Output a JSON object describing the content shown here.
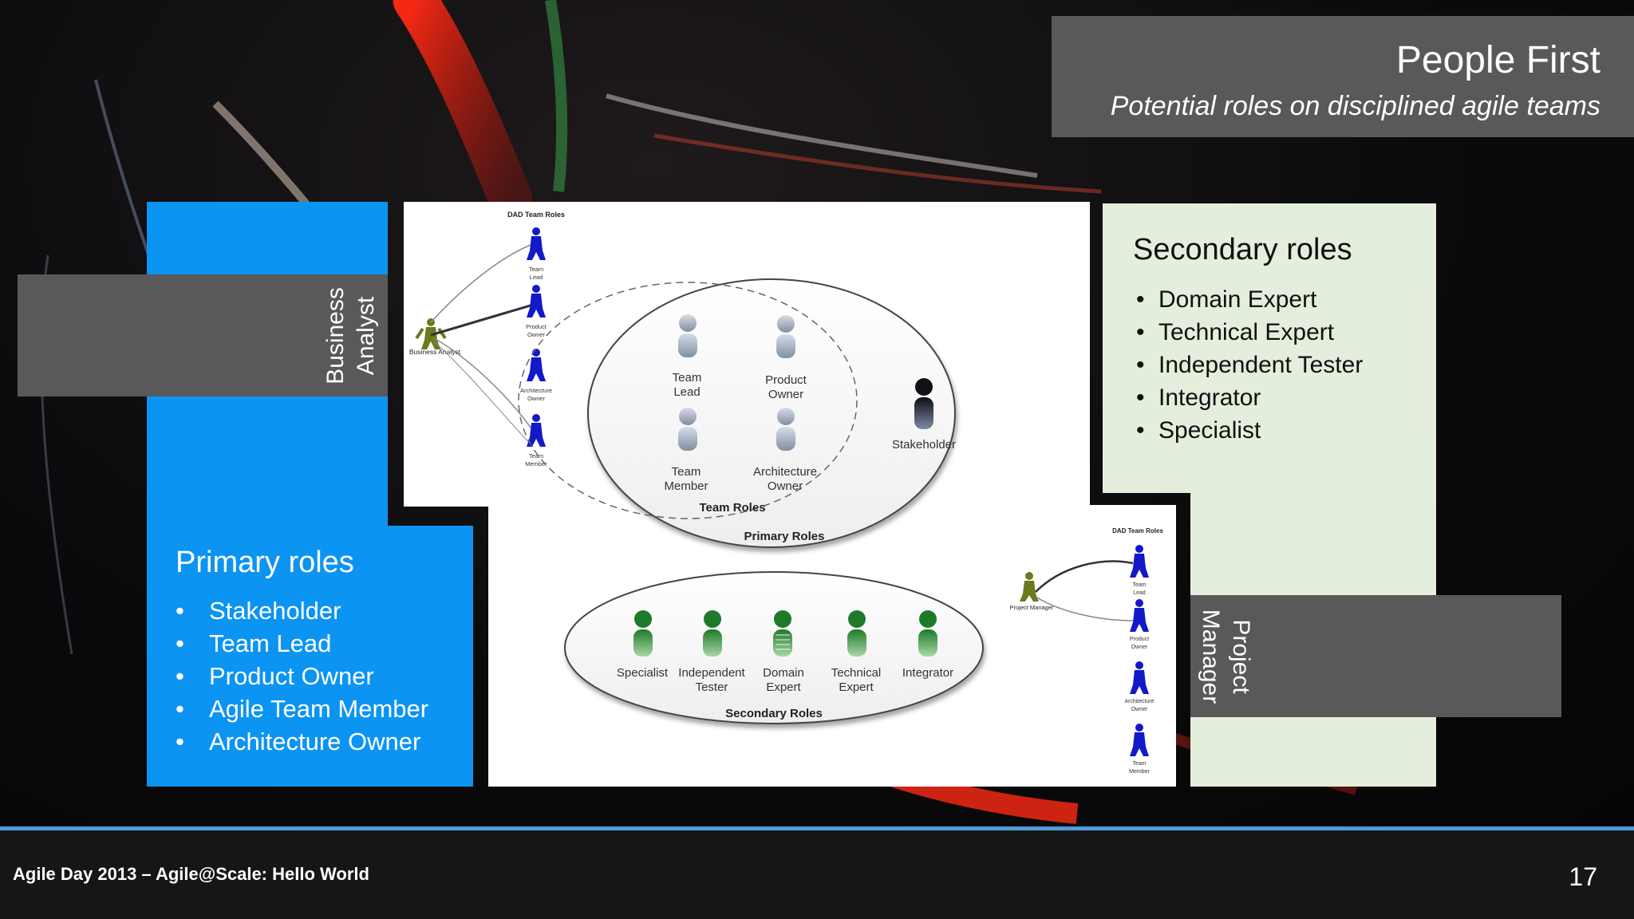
{
  "slide": {
    "title": "People First",
    "subtitle": "Potential roles on disciplined agile teams",
    "footer_text": "Agile Day 2013 – Agile@Scale: Hello World",
    "page_number": "17"
  },
  "side_labels": {
    "business_analyst": [
      "Business",
      "Analyst"
    ],
    "project_manager": [
      "Project",
      "Manager"
    ]
  },
  "primary_roles": {
    "heading": "Primary roles",
    "items": [
      "Stakeholder",
      "Team Lead",
      "Product Owner",
      "Agile Team Member",
      "Architecture Owner"
    ]
  },
  "secondary_roles": {
    "heading": "Secondary roles",
    "items": [
      "Domain Expert",
      "Technical Expert",
      "Independent Tester",
      "Integrator",
      "Specialist"
    ]
  },
  "diagram_top": {
    "small_title": "DAD Team Roles",
    "actor_label": "Business Analyst",
    "small_roles": [
      [
        "Team",
        "Lead"
      ],
      [
        "Product",
        "Owner"
      ],
      [
        "Architecture",
        "Owner"
      ],
      [
        "Team",
        "Member"
      ]
    ],
    "team_roles": {
      "team_lead": [
        "Team",
        "Lead"
      ],
      "product_owner": [
        "Product",
        "Owner"
      ],
      "team_member": [
        "Team",
        "Member"
      ],
      "architecture_owner": [
        "Architecture",
        "Owner"
      ]
    },
    "stakeholder": "Stakeholder",
    "team_roles_label": "Team Roles",
    "primary_roles_label": "Primary Roles"
  },
  "diagram_bottom": {
    "secondary_roles": [
      [
        "Specialist"
      ],
      [
        "Independent",
        "Tester"
      ],
      [
        "Domain",
        "Expert"
      ],
      [
        "Technical",
        "Expert"
      ],
      [
        "Integrator"
      ]
    ],
    "secondary_roles_label": "Secondary Roles"
  },
  "diagram_pm": {
    "small_title": "DAD Team Roles",
    "actor_label": "Project Manager",
    "small_roles": [
      [
        "Team",
        "Lead"
      ],
      [
        "Product",
        "Owner"
      ],
      [
        "Architecture",
        "Owner"
      ],
      [
        "Team",
        "Member"
      ]
    ]
  },
  "colors": {
    "primary_blue": "#0c94f2",
    "secondary_green": "#e3eedc",
    "label_gray": "#595959",
    "footer_rule": "#4f9bd6"
  }
}
